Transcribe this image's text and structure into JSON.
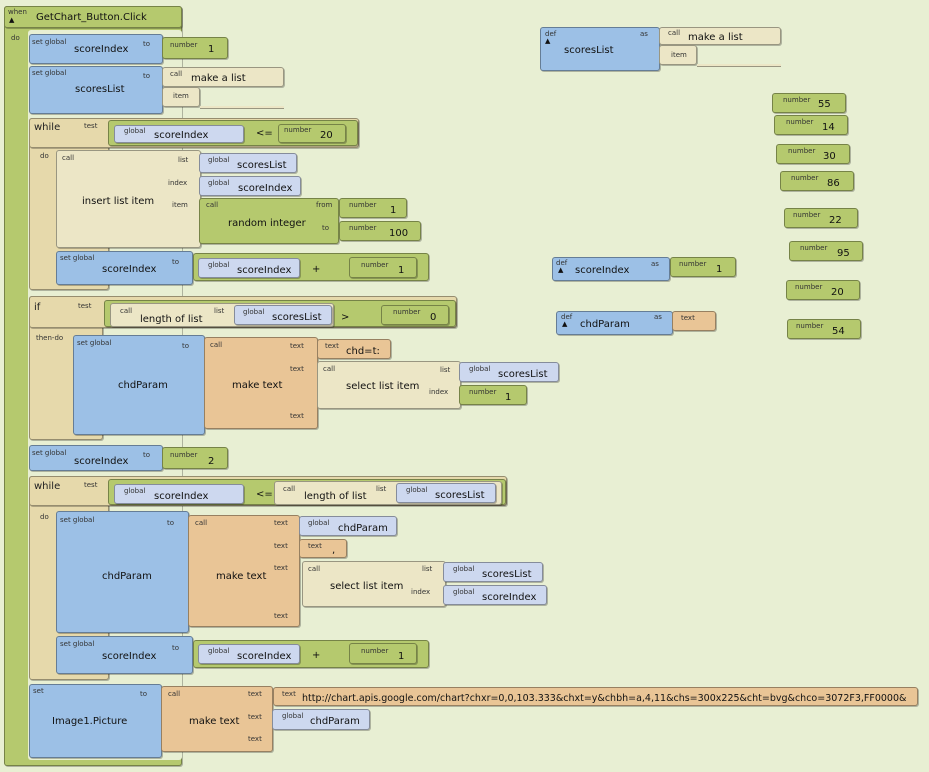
{
  "event": {
    "when": "when",
    "name": "GetChart_Button.Click",
    "do": "do"
  },
  "labels": {
    "set_global": "set global",
    "set": "set",
    "to": "to",
    "number": "number",
    "call": "call",
    "global": "global",
    "item": "item",
    "list": "list",
    "index": "index",
    "text": "text",
    "from": "from",
    "while": "while",
    "test": "test",
    "do": "do",
    "if": "if",
    "then_do": "then-do",
    "def": "def",
    "as": "as"
  },
  "funcs": {
    "make_a_list": "make a list",
    "insert_list_item": "insert list item",
    "random_integer": "random integer",
    "length_of_list": "length of list",
    "make_text": "make text",
    "select_list_item": "select list item"
  },
  "vars": {
    "scoreIndex": "scoreIndex",
    "scoresList": "scoresList",
    "chdParam": "chdParam",
    "image_picture": "Image1.Picture"
  },
  "ops": {
    "le": "<=",
    "gt": ">",
    "plus": "+"
  },
  "numbers": {
    "n1": "1",
    "n20": "20",
    "n100": "100",
    "n0": "0",
    "n2": "2"
  },
  "strings": {
    "chd": "chd=t:",
    "comma": ",",
    "url": "http://chart.apis.google.com/chart?chxr=0,0,103.333&chxt=y&chbh=a,4,11&chs=300x225&cht=bvg&chco=3072F3,FF0000&"
  },
  "loose_numbers": [
    "55",
    "14",
    "30",
    "86",
    "22",
    "95",
    "20",
    "54"
  ],
  "colors": {
    "control": "#b5c96e",
    "variable": "#9cc0e6",
    "global_get": "#cdd8ef",
    "text": "#e9c596",
    "list_call": "#ece6c6",
    "math": "#b5c96e"
  }
}
